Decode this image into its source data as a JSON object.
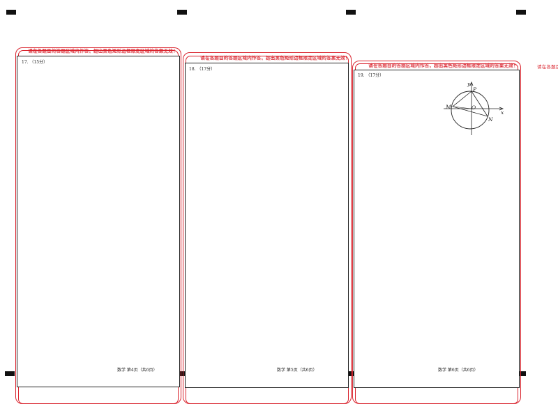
{
  "warnings": {
    "panel1": "请在各题目的答题区域内作答，超出黑色矩形边框限定区域的答案无效！",
    "panel2": "请在各题目的答题区域内作答，超出黑色矩形边框限定区域的答案无效！",
    "panel3": "请在各题目的答题区域内作答，超出黑色矩形边框限定区域的答案无效！",
    "edge": "请在各题目"
  },
  "questions": [
    {
      "label": "17. （15分）"
    },
    {
      "label": "18. （17分）"
    },
    {
      "label": "19. （17分）"
    }
  ],
  "footers": [
    {
      "text": "数学 第4页（共6页）"
    },
    {
      "text": "数学 第5页（共6页）"
    },
    {
      "text": "数学 第6页（共6页）"
    }
  ],
  "diagram": {
    "label_y": "y",
    "label_x": "x",
    "label_p": "P",
    "label_m": "M",
    "label_o": "O",
    "label_n": "N"
  }
}
